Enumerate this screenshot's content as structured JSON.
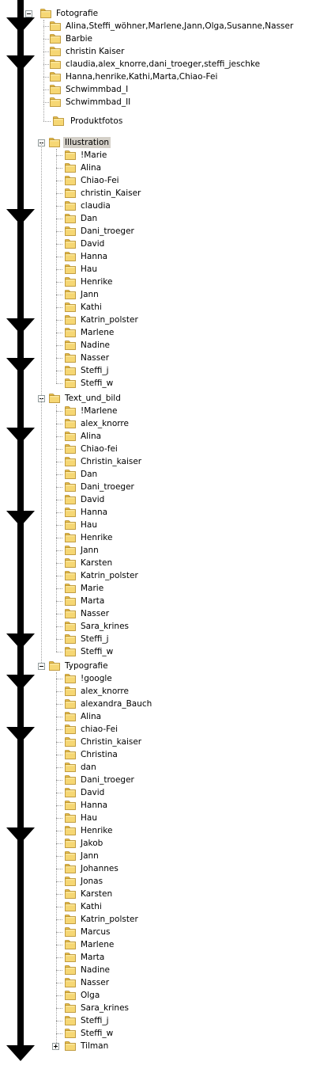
{
  "tree": {
    "sections": [
      {
        "label": "Fotografie",
        "expanded": true,
        "selected": false,
        "children": [
          "Alina,Steffi_wöhner,Marlene,Jann,Olga,Susanne,Nasser",
          "Barbie",
          "christin Kaiser",
          "claudia,alex_knorre,dani_troeger,steffi_jeschke",
          "Hanna,henrike,Kathi,Marta,Chiao-Fei",
          "Schwimmbad_I",
          "Schwimmbad_II"
        ]
      },
      {
        "label": "Produktfotos",
        "expanded": null,
        "selected": false,
        "children": []
      },
      {
        "label": "Illustration",
        "expanded": true,
        "selected": true,
        "children": [
          "!Marie",
          "Alina",
          "Chiao-Fei",
          "christin_Kaiser",
          "claudia",
          "Dan",
          "Dani_troeger",
          "David",
          "Hanna",
          "Hau",
          "Henrike",
          "Jann",
          "Kathi",
          "Katrin_polster",
          "Marlene",
          "Nadine",
          "Nasser",
          "Steffi_j",
          "Steffi_w"
        ]
      },
      {
        "label": "Text_und_bild",
        "expanded": true,
        "selected": false,
        "children": [
          "!Marlene",
          "alex_knorre",
          "Alina",
          "Chiao-fei",
          "Christin_kaiser",
          "Dan",
          "Dani_troeger",
          "David",
          "Hanna",
          "Hau",
          "Henrike",
          "Jann",
          "Karsten",
          "Katrin_polster",
          "Marie",
          "Marta",
          "Nasser",
          "Sara_krines",
          "Steffi_j",
          "Steffi_w"
        ]
      },
      {
        "label": "Typografie",
        "expanded": true,
        "selected": false,
        "children": [
          "!google",
          "alex_knorre",
          "alexandra_Bauch",
          "Alina",
          "chiao-Fei",
          "Christin_kaiser",
          "Christina",
          "dan",
          "Dani_troeger",
          "David",
          "Hanna",
          "Hau",
          "Henrike",
          "Jakob",
          "Jann",
          "Johannes",
          "Jonas",
          "Karsten",
          "Kathi",
          "Katrin_polster",
          "Marcus",
          "Marlene",
          "Marta",
          "Nadine",
          "Nasser",
          "Olga",
          "Sara_krines",
          "Steffi_j",
          "Steffi_w"
        ]
      }
    ],
    "trailing_collapsed_child": "Tilman"
  },
  "colors": {
    "folder_fill": "#f6d774",
    "folder_tab": "#ecc250",
    "folder_stroke": "#b48a24",
    "selection_bg": "#d4d0c8",
    "tree_line": "#a0a0a0",
    "timeline": "#000000"
  },
  "icons": {
    "folder": "folder-icon",
    "expand": "plus-box-icon",
    "collapse": "minus-box-icon",
    "timeline_marker": "arrow-marker-icon"
  }
}
